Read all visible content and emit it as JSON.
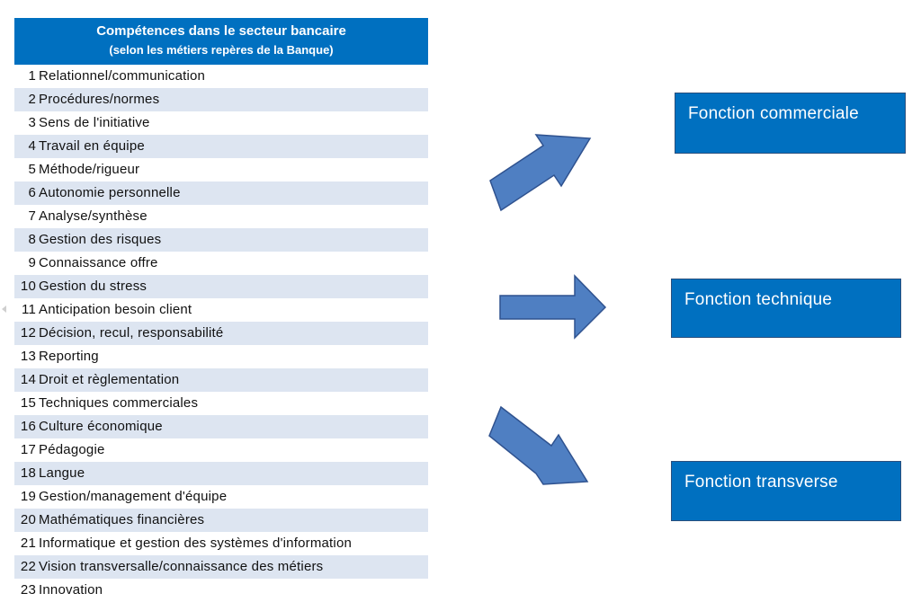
{
  "table": {
    "header_line1": "Compétences dans le secteur bancaire",
    "header_line2": "(selon les métiers repères de la Banque)",
    "rows": [
      {
        "num": "1",
        "label": "Relationnel/communication"
      },
      {
        "num": "2",
        "label": "Procédures/normes"
      },
      {
        "num": "3",
        "label": "Sens de l'initiative"
      },
      {
        "num": "4",
        "label": "Travail en équipe"
      },
      {
        "num": "5",
        "label": "Méthode/rigueur"
      },
      {
        "num": "6",
        "label": "Autonomie personnelle"
      },
      {
        "num": "7",
        "label": "Analyse/synthèse"
      },
      {
        "num": "8",
        "label": "Gestion des risques"
      },
      {
        "num": "9",
        "label": "Connaissance offre"
      },
      {
        "num": "10",
        "label": "Gestion du stress"
      },
      {
        "num": "11",
        "label": "Anticipation besoin client"
      },
      {
        "num": "12",
        "label": "Décision, recul, responsabilité"
      },
      {
        "num": "13",
        "label": "Reporting"
      },
      {
        "num": "14",
        "label": "Droit et règlementation"
      },
      {
        "num": "15",
        "label": "Techniques commerciales"
      },
      {
        "num": "16",
        "label": "Culture économique"
      },
      {
        "num": "17",
        "label": "Pédagogie"
      },
      {
        "num": "18",
        "label": "Langue"
      },
      {
        "num": "19",
        "label": "Gestion/management d'équipe"
      },
      {
        "num": "20",
        "label": "Mathématiques financières"
      },
      {
        "num": "21",
        "label": "Informatique et gestion des systèmes d'information"
      },
      {
        "num": "22",
        "label": "Vision transversalle/connaissance des métiers"
      },
      {
        "num": "23",
        "label": "Innovation"
      }
    ]
  },
  "functions": {
    "commercial": "Fonction commerciale",
    "technique": "Fonction technique",
    "transverse": "Fonction transverse"
  },
  "colors": {
    "header_bg": "#0070c0",
    "box_bg": "#0070c0",
    "arrow_fill": "#4f7fc2",
    "arrow_stroke": "#2f528f",
    "row_alt": "#dde5f1"
  }
}
